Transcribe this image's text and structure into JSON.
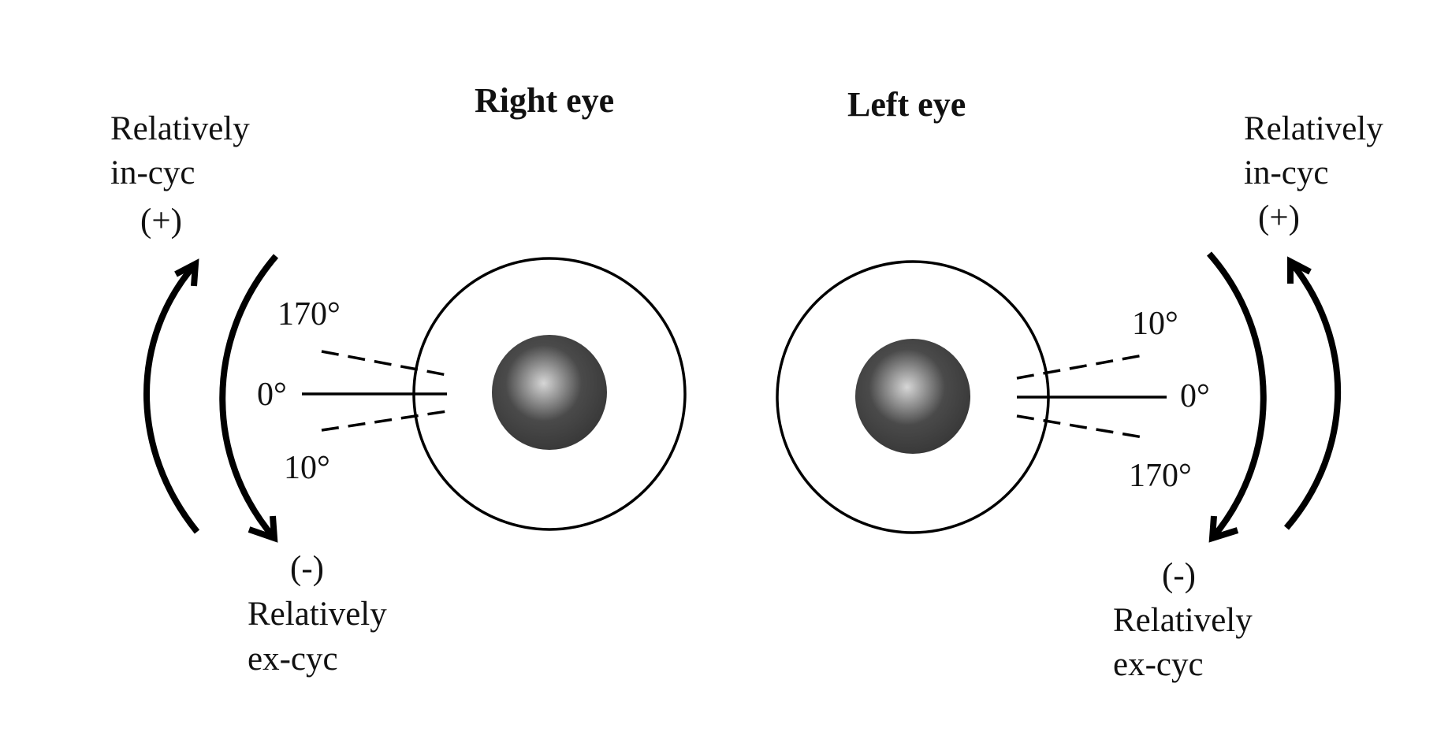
{
  "titles": {
    "right_eye": "Right eye",
    "left_eye": "Left  eye"
  },
  "right_side": {
    "in_cyc_line1": "Relatively",
    "in_cyc_line2": "in-cyc",
    "plus_sign": "(+)",
    "minus_sign": "(-)",
    "ex_cyc_line1": "Relatively",
    "ex_cyc_line2": "ex-cyc",
    "angle_upper": "170°",
    "angle_middle": "0°",
    "angle_lower": "10°"
  },
  "left_side": {
    "in_cyc_line1": "Relatively",
    "in_cyc_line2": "in-cyc",
    "plus_sign": "(+)",
    "minus_sign": "(-)",
    "ex_cyc_line1": "Relatively",
    "ex_cyc_line2": "ex-cyc",
    "angle_upper": "10°",
    "angle_middle": "0°",
    "angle_lower": "170°"
  },
  "colors": {
    "stroke": "#000000",
    "pupil_dark": "#3a3a3a",
    "pupil_highlight": "#d0d0d0"
  }
}
